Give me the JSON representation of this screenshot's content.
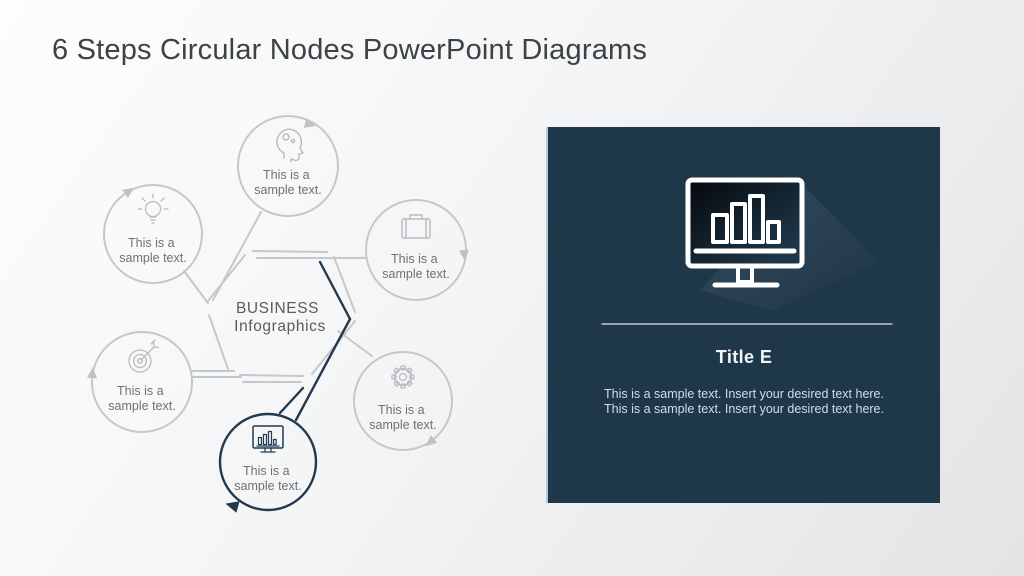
{
  "slide": {
    "title": "6 Steps Circular Nodes PowerPoint Diagrams"
  },
  "diagram": {
    "center": {
      "line1": "BUSINESS",
      "line2": "Infographics"
    },
    "nodes": [
      {
        "name": "mind",
        "icon": "head-mind-icon",
        "line1": "This is a",
        "line2": "sample text.",
        "highlighted": false
      },
      {
        "name": "idea",
        "icon": "lightbulb-icon",
        "line1": "This is a",
        "line2": "sample text.",
        "highlighted": false
      },
      {
        "name": "business",
        "icon": "briefcase-icon",
        "line1": "This is a",
        "line2": "sample text.",
        "highlighted": false
      },
      {
        "name": "target",
        "icon": "target-icon",
        "line1": "This is a",
        "line2": "sample text.",
        "highlighted": false
      },
      {
        "name": "analytics",
        "icon": "monitor-chart-icon",
        "line1": "This is a",
        "line2": "sample text.",
        "highlighted": true
      },
      {
        "name": "settings",
        "icon": "gear-icon",
        "line1": "This is a",
        "line2": "sample text.",
        "highlighted": false
      }
    ],
    "colors": {
      "line_gray": "#c5c8ca",
      "icon_gray": "#b8bbbe",
      "accent_navy": "#213a50",
      "label_text": "#6e7174"
    }
  },
  "panel": {
    "title": "Title E",
    "body": "This is a sample text. Insert your desired text here. This is a sample text. Insert your desired text here.",
    "icon": "monitor-bar-chart-icon",
    "background": "#1e3749"
  }
}
